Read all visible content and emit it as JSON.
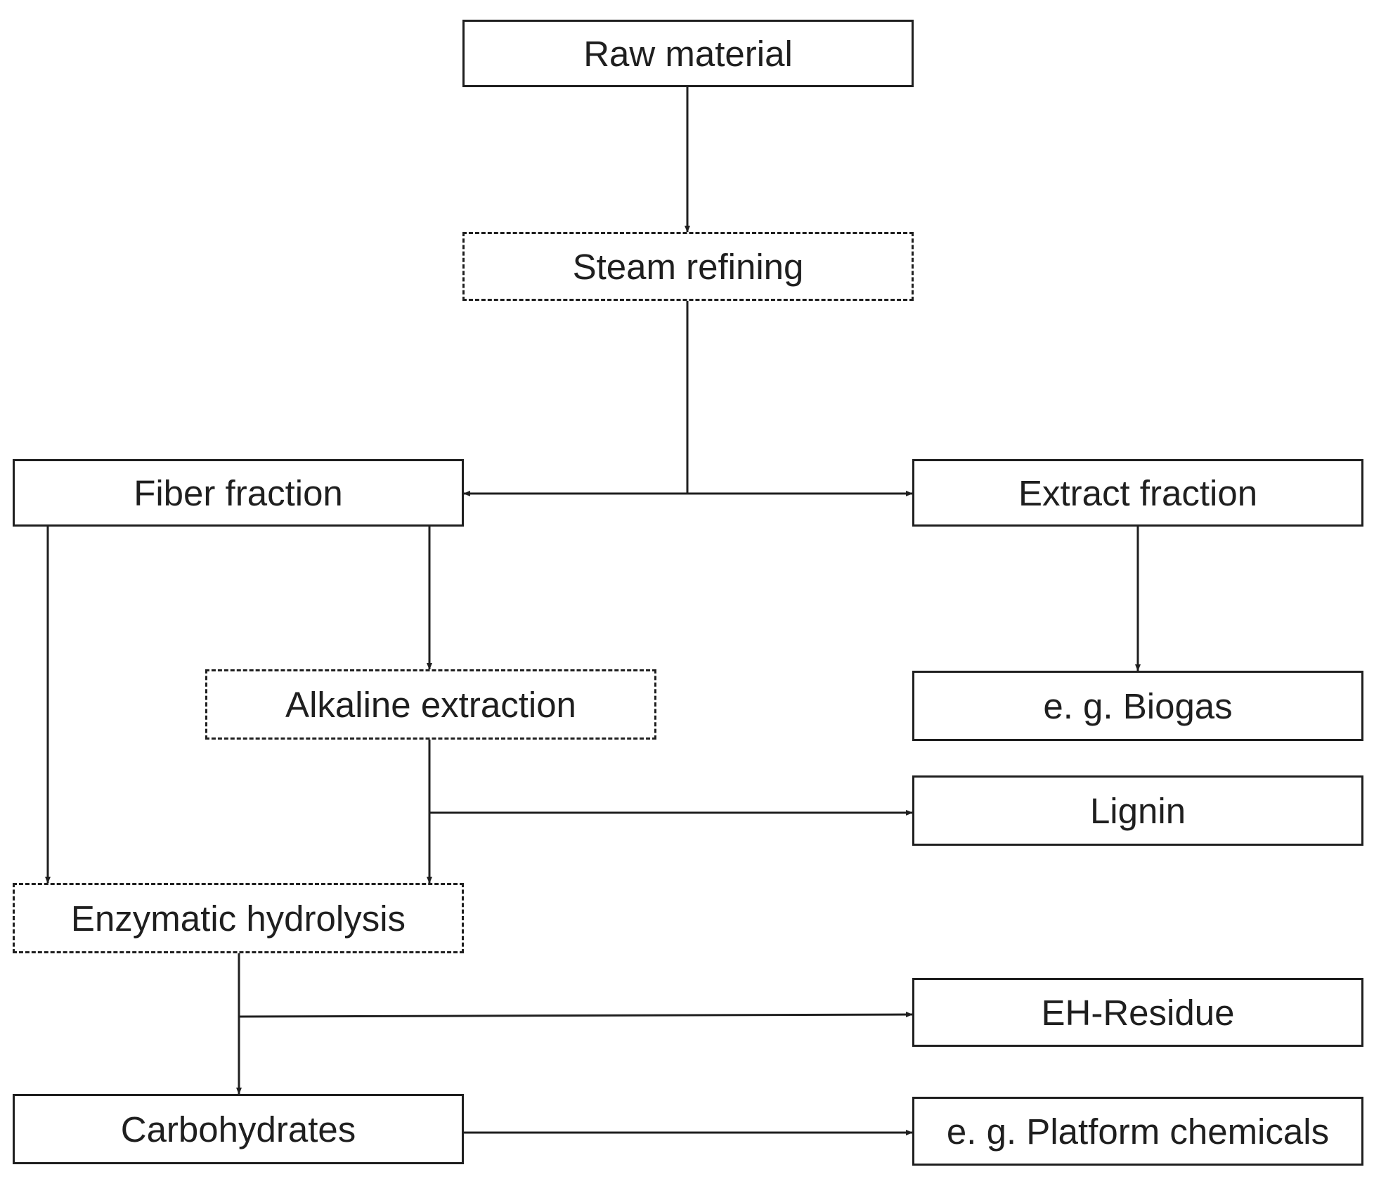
{
  "diagram": {
    "nodes": {
      "raw_material": {
        "label": "Raw material",
        "style": "solid"
      },
      "steam_refining": {
        "label": "Steam refining",
        "style": "dashed"
      },
      "fiber_fraction": {
        "label": "Fiber fraction",
        "style": "solid"
      },
      "extract_fraction": {
        "label": "Extract fraction",
        "style": "solid"
      },
      "alkaline_extraction": {
        "label": "Alkaline extraction",
        "style": "dashed"
      },
      "biogas": {
        "label": "e. g. Biogas",
        "style": "solid"
      },
      "lignin": {
        "label": "Lignin",
        "style": "solid"
      },
      "enzymatic_hydrolysis": {
        "label": "Enzymatic hydrolysis",
        "style": "dashed"
      },
      "eh_residue": {
        "label": "EH-Residue",
        "style": "solid"
      },
      "carbohydrates": {
        "label": "Carbohydrates",
        "style": "solid"
      },
      "platform_chemicals": {
        "label": "e. g. Platform chemicals",
        "style": "solid"
      }
    },
    "edges": [
      {
        "from": "raw_material",
        "to": "steam_refining"
      },
      {
        "from": "steam_refining",
        "to": "fiber_fraction"
      },
      {
        "from": "steam_refining",
        "to": "extract_fraction"
      },
      {
        "from": "fiber_fraction",
        "to": "alkaline_extraction"
      },
      {
        "from": "fiber_fraction",
        "to": "enzymatic_hydrolysis"
      },
      {
        "from": "extract_fraction",
        "to": "biogas"
      },
      {
        "from": "alkaline_extraction",
        "to": "lignin"
      },
      {
        "from": "alkaline_extraction",
        "to": "enzymatic_hydrolysis"
      },
      {
        "from": "enzymatic_hydrolysis",
        "to": "eh_residue"
      },
      {
        "from": "enzymatic_hydrolysis",
        "to": "carbohydrates"
      },
      {
        "from": "carbohydrates",
        "to": "platform_chemicals"
      }
    ],
    "colors": {
      "line": "#1f1f1f",
      "text": "#1f1f1f",
      "background": "#ffffff"
    }
  }
}
